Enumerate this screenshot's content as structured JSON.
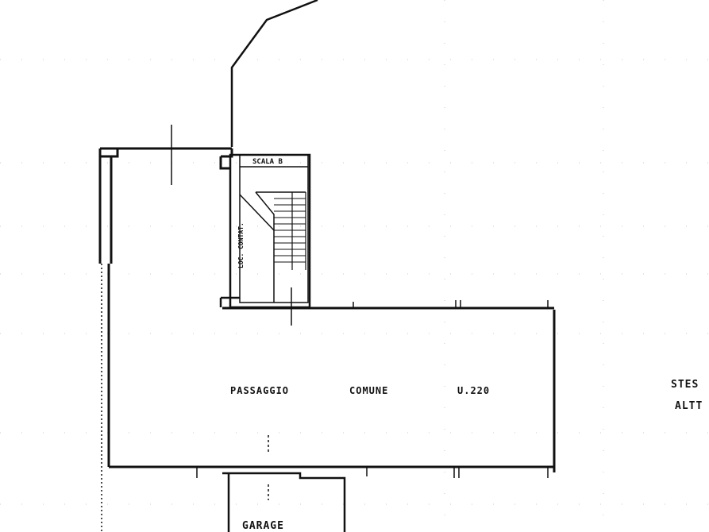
{
  "plan": {
    "passage_label": "PASSAGGIO",
    "comune_label": "COMUNE",
    "unit_label": "U.220",
    "stair_label": "SCALA B",
    "loc_label": "LOC. CONTAT.",
    "garage_label": "GARAGE",
    "side_label_1": "STES",
    "side_label_2": "ALTT"
  },
  "colors": {
    "ink": "#111111",
    "paper": "#ffffff",
    "grid_dot": "#bbbbbb"
  }
}
